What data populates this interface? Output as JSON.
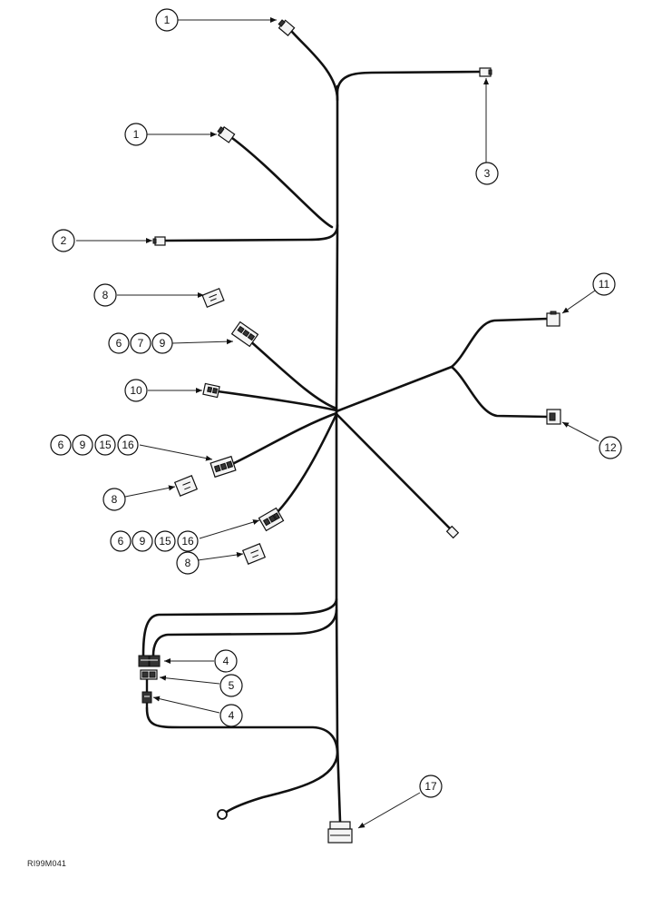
{
  "figure_code": "RI99M041",
  "callouts": {
    "c1a": [
      "1"
    ],
    "c1b": [
      "1"
    ],
    "c2": [
      "2"
    ],
    "c3": [
      "3"
    ],
    "c8a": [
      "8"
    ],
    "c679": [
      "6",
      "7",
      "9"
    ],
    "c10": [
      "10"
    ],
    "c691516a": [
      "6",
      "9",
      "15",
      "16"
    ],
    "c8b": [
      "8"
    ],
    "c691516b": [
      "6",
      "9",
      "15",
      "16"
    ],
    "c8c": [
      "8"
    ],
    "c11": [
      "11"
    ],
    "c12": [
      "12"
    ],
    "c4a": [
      "4"
    ],
    "c5": [
      "5"
    ],
    "c4b": [
      "4"
    ],
    "c17": [
      "17"
    ]
  }
}
